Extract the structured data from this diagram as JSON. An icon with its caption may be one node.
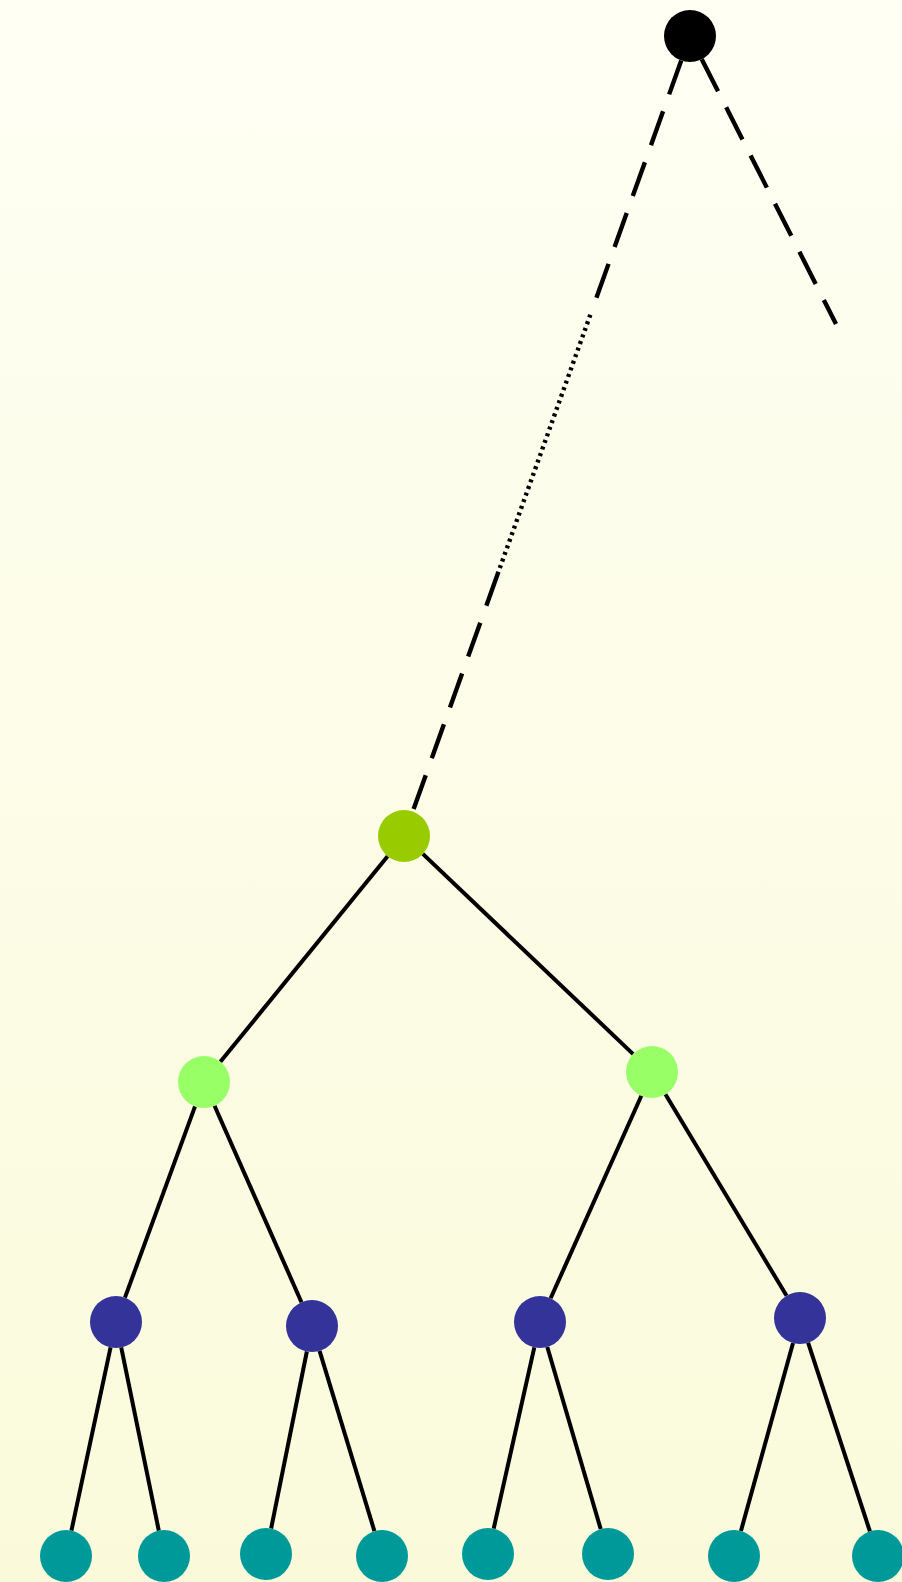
{
  "diagram": {
    "nodes": [
      {
        "text": [],
        "shape": "circle"
      },
      {
        "text": [],
        "shape": "circle"
      },
      {
        "text": [],
        "shape": "circle"
      },
      {
        "text": [],
        "shape": "circle"
      },
      {
        "text": [],
        "shape": "circle"
      },
      {
        "text": [],
        "shape": "circle"
      },
      {
        "text": [],
        "shape": "circle"
      },
      {
        "text": [],
        "shape": "circle"
      },
      {
        "text": [],
        "shape": "circle"
      },
      {
        "text": [],
        "shape": "circle"
      },
      {
        "text": [],
        "shape": "circle"
      },
      {
        "text": [],
        "shape": "circle"
      },
      {
        "text": [],
        "shape": "circle"
      },
      {
        "text": [],
        "shape": "circle"
      },
      {
        "text": [],
        "shape": "circle"
      },
      {
        "text": [],
        "shape": "circle"
      }
    ],
    "edges": [
      {
        "from": 0,
        "to": 1,
        "arrow": "none",
        "style": "dashed"
      },
      {
        "from": 0,
        "to": null,
        "arrow": "none",
        "style": "dashed"
      },
      {
        "from": 1,
        "to": 2,
        "arrow": "none"
      },
      {
        "from": 1,
        "to": 3,
        "arrow": "none"
      },
      {
        "from": 2,
        "to": 4,
        "arrow": "none"
      },
      {
        "from": 2,
        "to": 5,
        "arrow": "none"
      },
      {
        "from": 3,
        "to": 6,
        "arrow": "none"
      },
      {
        "from": 3,
        "to": 7,
        "arrow": "none"
      },
      {
        "from": 4,
        "to": 8,
        "arrow": "none"
      },
      {
        "from": 4,
        "to": 9,
        "arrow": "none"
      },
      {
        "from": 5,
        "to": 10,
        "arrow": "none"
      },
      {
        "from": 5,
        "to": 11,
        "arrow": "none"
      },
      {
        "from": 6,
        "to": 12,
        "arrow": "none"
      },
      {
        "from": 6,
        "to": 13,
        "arrow": "none"
      },
      {
        "from": 7,
        "to": 14,
        "arrow": "none"
      },
      {
        "from": 7,
        "to": 15,
        "arrow": "none"
      }
    ]
  }
}
